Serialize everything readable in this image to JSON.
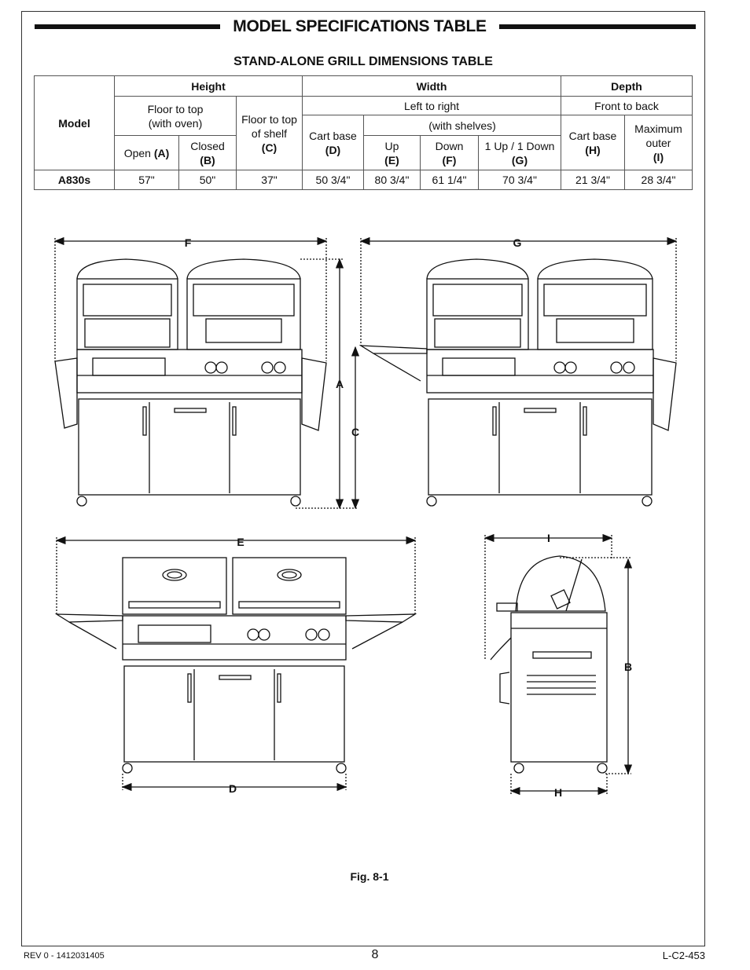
{
  "page": {
    "title": "MODEL SPECIFICATIONS TABLE",
    "subtitle": "STAND-ALONE GRILL DIMENSIONS TABLE",
    "figure_caption": "Fig. 8-1",
    "footer_left": "REV 0 - 1412031405",
    "page_number": "8",
    "footer_right": "L-C2-453"
  },
  "table": {
    "model_header": "Model",
    "height_header": "Height",
    "width_header": "Width",
    "depth_header": "Depth",
    "floor_to_top_oven": "Floor to top\n(with oven)",
    "floor_to_top_shelf": "Floor to top of shelf",
    "floor_to_top_shelf_code": "(C)",
    "left_to_right": "Left to right",
    "front_to_back": "Front to back",
    "with_shelves": "(with shelves)",
    "cart_base_d": "Cart base",
    "cart_base_d_code": "(D)",
    "cart_base_h": "Cart base",
    "cart_base_h_code": "(H)",
    "max_outer": "Maximum outer",
    "max_outer_code": "(I)",
    "open": "Open ",
    "open_code": "(A)",
    "closed": "Closed",
    "closed_code": "(B)",
    "up": "Up",
    "up_code": "(E)",
    "down": "Down",
    "down_code": "(F)",
    "up_down": "1 Up / 1 Down",
    "up_down_code": "(G)",
    "row": {
      "model": "A830s",
      "a": "57\"",
      "b": "50\"",
      "c": "37\"",
      "d": "50 3/4\"",
      "e": "80 3/4\"",
      "f": "61 1/4\"",
      "g": "70 3/4\"",
      "h": "21 3/4\"",
      "i": "28 3/4\""
    }
  },
  "figure": {
    "labels": {
      "F": "F",
      "G": "G",
      "A": "A",
      "C": "C",
      "E": "E",
      "D": "D",
      "I": "I",
      "B": "B",
      "H": "H"
    }
  }
}
